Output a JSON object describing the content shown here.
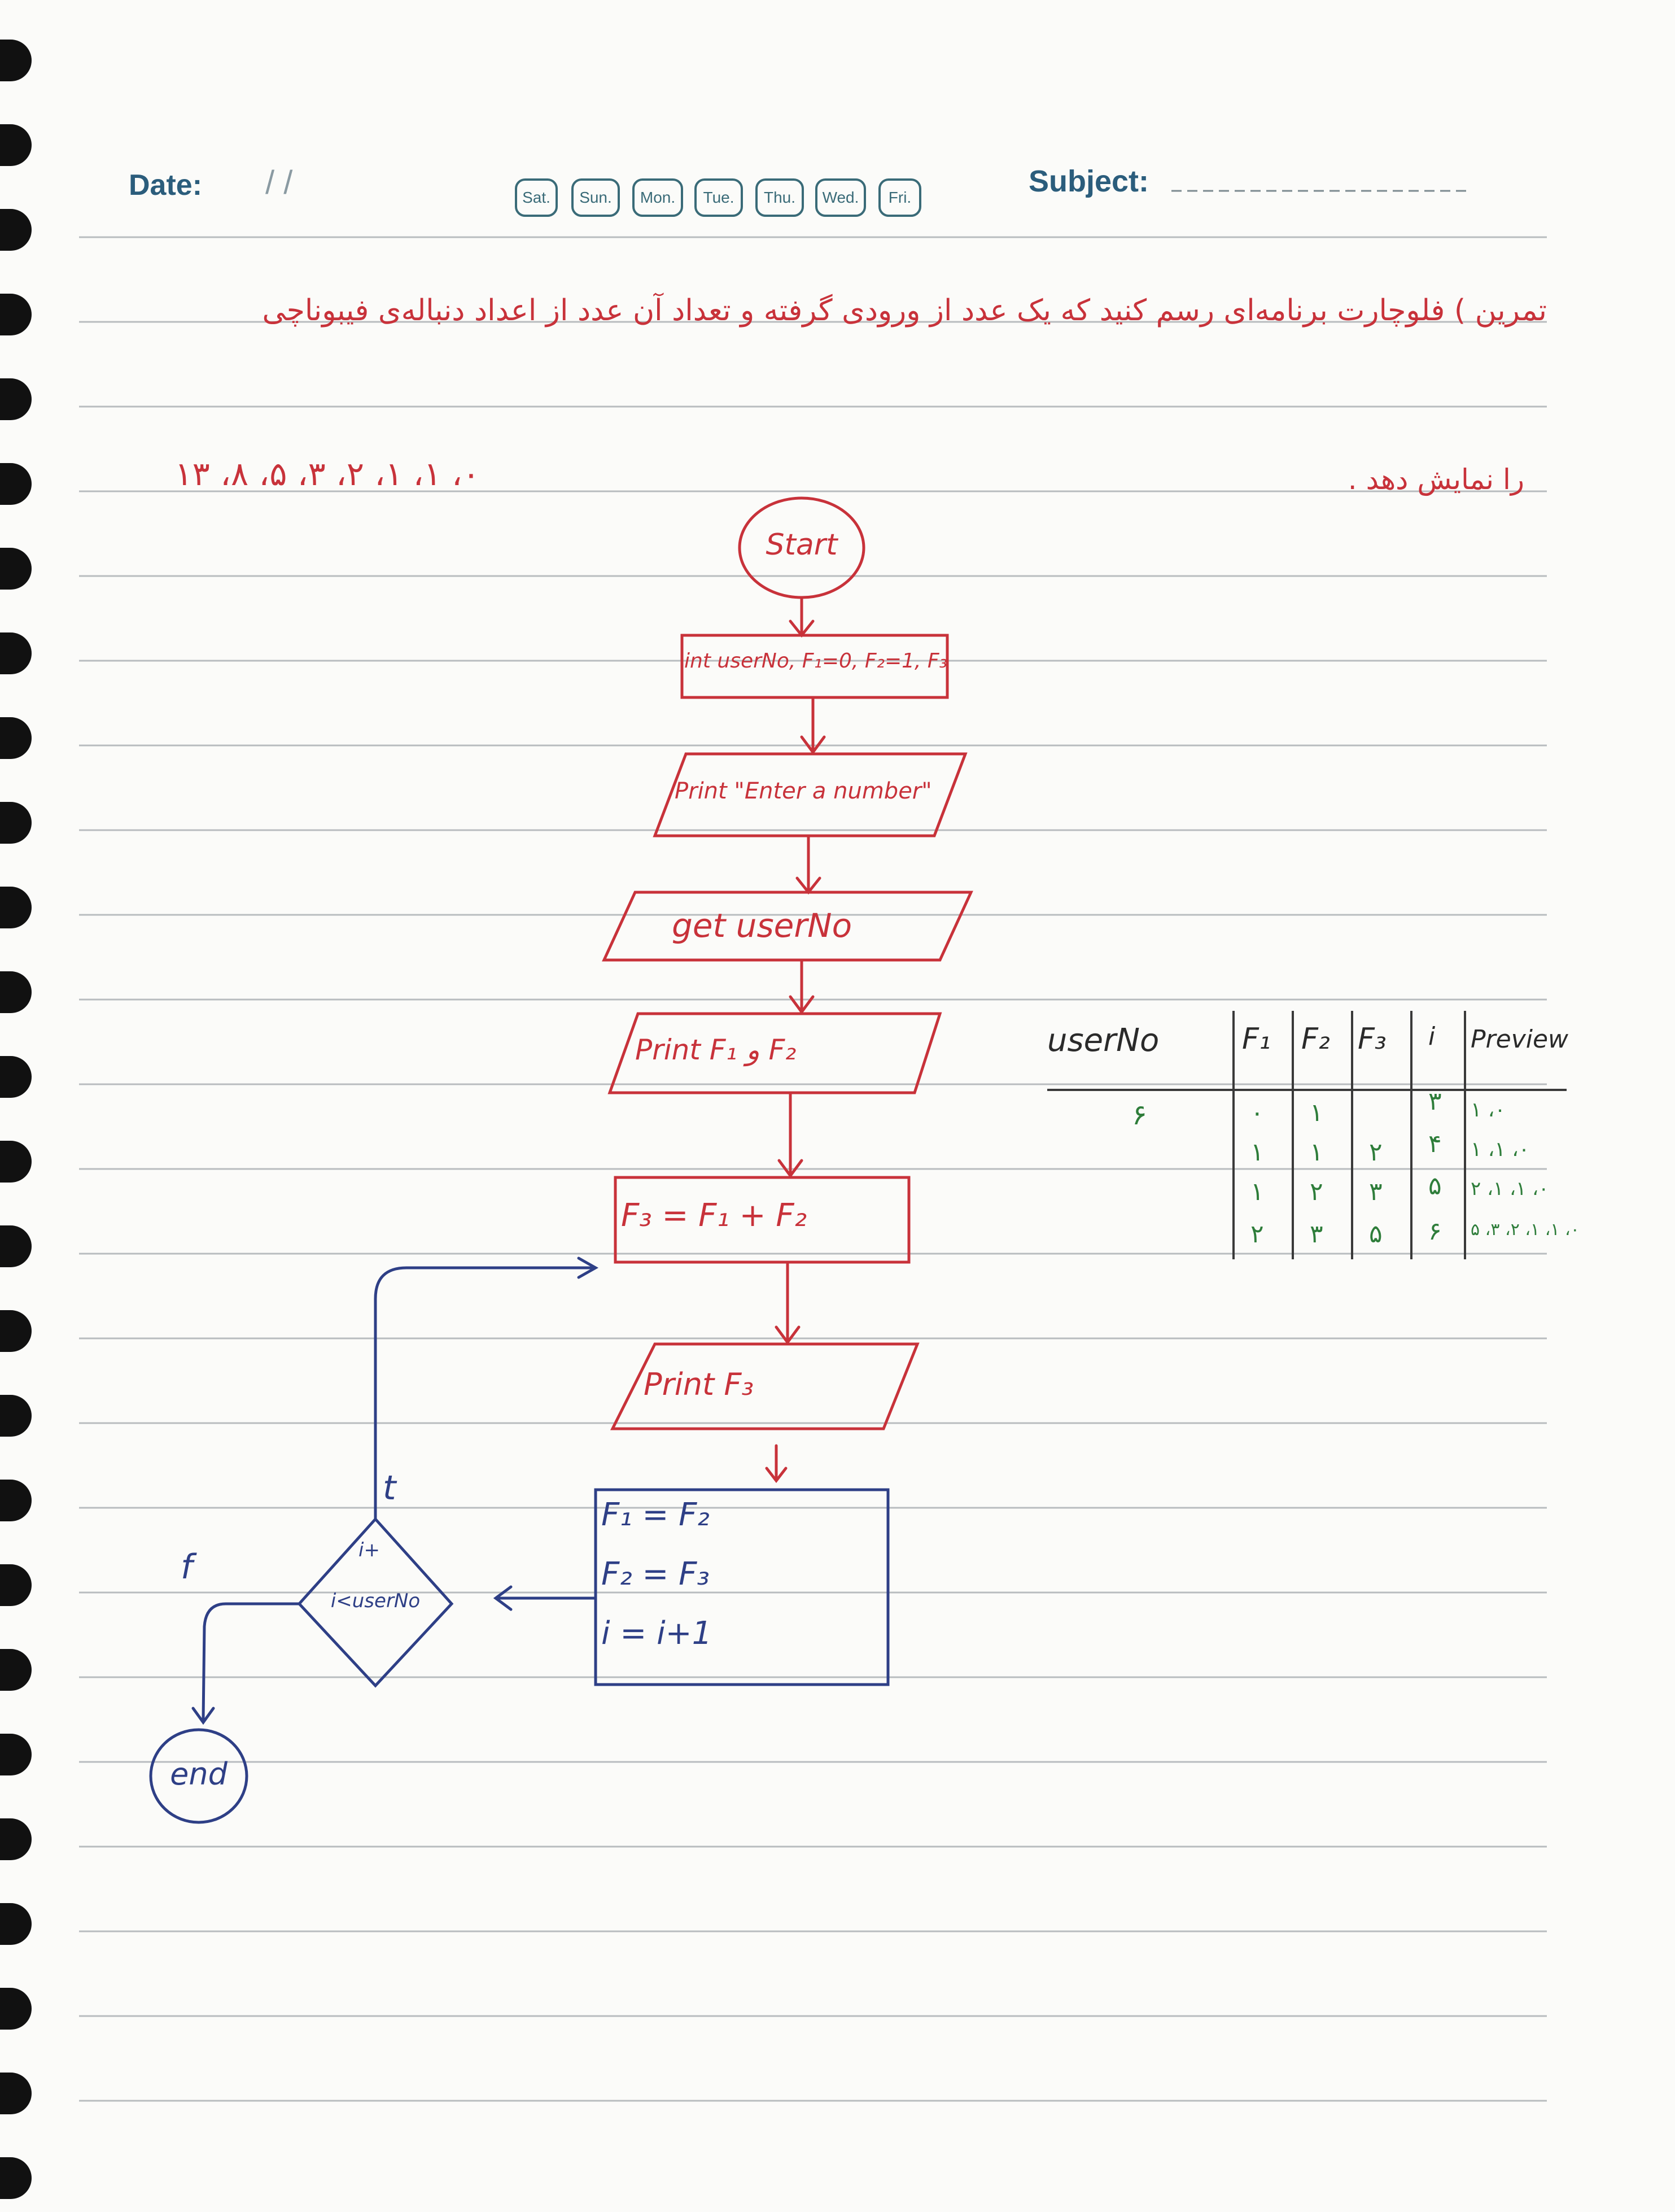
{
  "header": {
    "date_label": "Date:",
    "date_value": "/ /",
    "days": [
      "Sat.",
      "Sun.",
      "Mon.",
      "Tue.",
      "Thu.",
      "Wed.",
      "Fri."
    ],
    "subject_label": "Subject:"
  },
  "problem": {
    "line1": "تمرین ) فلوچارت برنامه‌ای رسم کنید که یک عدد از ورودی گرفته و تعداد آن عدد از اعداد دنباله‌ی فیبوناچی",
    "line2": "را نمایش دهد .",
    "sequence": "۰، ۱، ۱، ۲، ۳، ۵، ۸، ۱۳"
  },
  "flowchart": {
    "start": "Start",
    "declare": "int userNo, F₁=0, F₂=1, F₃",
    "prompt": "Print \"Enter a number\"",
    "input": "get userNo",
    "print_initial": "Print F₁ و F₂",
    "compute": "F₃ = F₁ + F₂",
    "print_f3": "Print F₃",
    "update_1": "F₁ = F₂",
    "update_2": "F₂ = F₃",
    "update_3": "i = i+1",
    "decision_top": "i+",
    "decision": "i<userNo",
    "true_label": "t",
    "false_label": "f",
    "end": "end"
  },
  "trace_table": {
    "headers": [
      "userNo",
      "F₁",
      "F₂",
      "F₃",
      "i",
      "Preview"
    ],
    "user_no": "۶",
    "f1": [
      "۰",
      "۱",
      "۱",
      "۲"
    ],
    "f2": [
      "۱",
      "۱",
      "۲",
      "۳"
    ],
    "f3": [
      "",
      "۲",
      "۳",
      "۵"
    ],
    "i": [
      "۳",
      "۴",
      "۵",
      "۶"
    ],
    "preview": [
      "۰، ۱",
      "۰، ۱، ۱",
      "۰، ۱، ۱، ۲",
      "۰، ۱، ۱، ۲، ۳، ۵"
    ]
  }
}
